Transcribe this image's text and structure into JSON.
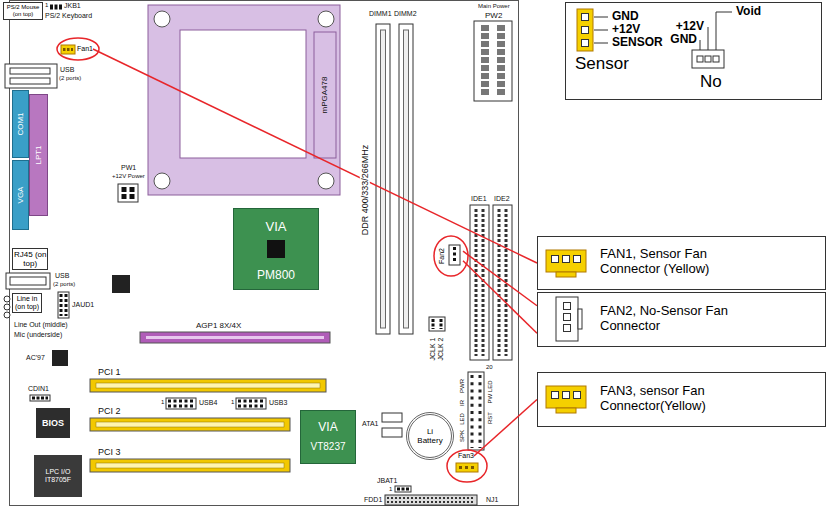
{
  "diagram": {
    "nodes": [
      {
        "text": [
          "PS/2 Mouse (on top)"
        ]
      },
      {
        "text": [
          "Fan1"
        ]
      },
      {
        "text": [
          "COM1"
        ]
      },
      {
        "text": [
          "LPT1"
        ]
      },
      {
        "text": [
          "VGA"
        ]
      },
      {
        "text": [
          "VIA",
          "PM800"
        ]
      },
      {
        "text": [
          "RJ45 (on top)"
        ]
      },
      {
        "text": [
          "Fan2"
        ]
      },
      {
        "text": [
          "Line in (on top)"
        ]
      },
      {
        "text": [
          "BIOS"
        ]
      },
      {
        "text": [
          "VIA",
          "VT8237"
        ]
      },
      {
        "text": [
          "Li Battery"
        ]
      },
      {
        "text": [
          "Fan3"
        ]
      },
      {
        "text": [
          "LPC I/O IT8705F"
        ]
      },
      {
        "text": [
          "GND",
          "+12V",
          "SENSOR",
          "Sensor",
          "Void",
          "+12V",
          "GND",
          "No"
        ]
      },
      {
        "text": [
          "FAN1, Sensor Fan Connector (Yellow)"
        ]
      },
      {
        "text": [
          "FAN2, No-Sensor Fan Connector"
        ]
      },
      {
        "text": [
          "FAN3, sensor Fan Connector(Yellow)"
        ]
      }
    ],
    "edges": [
      {
        "from": 1,
        "to": 15,
        "arrow": "none"
      },
      {
        "from": 7,
        "to": 16,
        "arrow": "none"
      },
      {
        "from": 7,
        "to": 16,
        "arrow": "none"
      },
      {
        "from": 12,
        "to": 17,
        "arrow": "none"
      }
    ],
    "labels": [
      "1",
      "JKB1",
      "PS/2 Keyboard",
      "USB",
      "(2 ports)",
      "mPGA478",
      "DIMM1",
      "DIMM2",
      "Main Power",
      "PW2",
      "DDR 400/333/266MHz",
      "PW1",
      "+12V Power",
      "IDE1",
      "IDE2",
      "USB",
      "(2 ports)",
      "JAUD1",
      "Line Out (middle)",
      "Mic (underside)",
      "AGP1 8X/4X",
      "AC'97",
      "PCI 1",
      "CDIN1",
      "1",
      "USB4",
      "1",
      "USB3",
      "PCI 2",
      "PCI 3",
      "JCLK 1",
      "JCLK 2",
      "20",
      "PWR",
      "PW LED",
      "IR",
      "RST",
      "LED",
      "SPK",
      "ATA1",
      "JBAT1",
      "1",
      "NJ1",
      "FDD1"
    ]
  }
}
